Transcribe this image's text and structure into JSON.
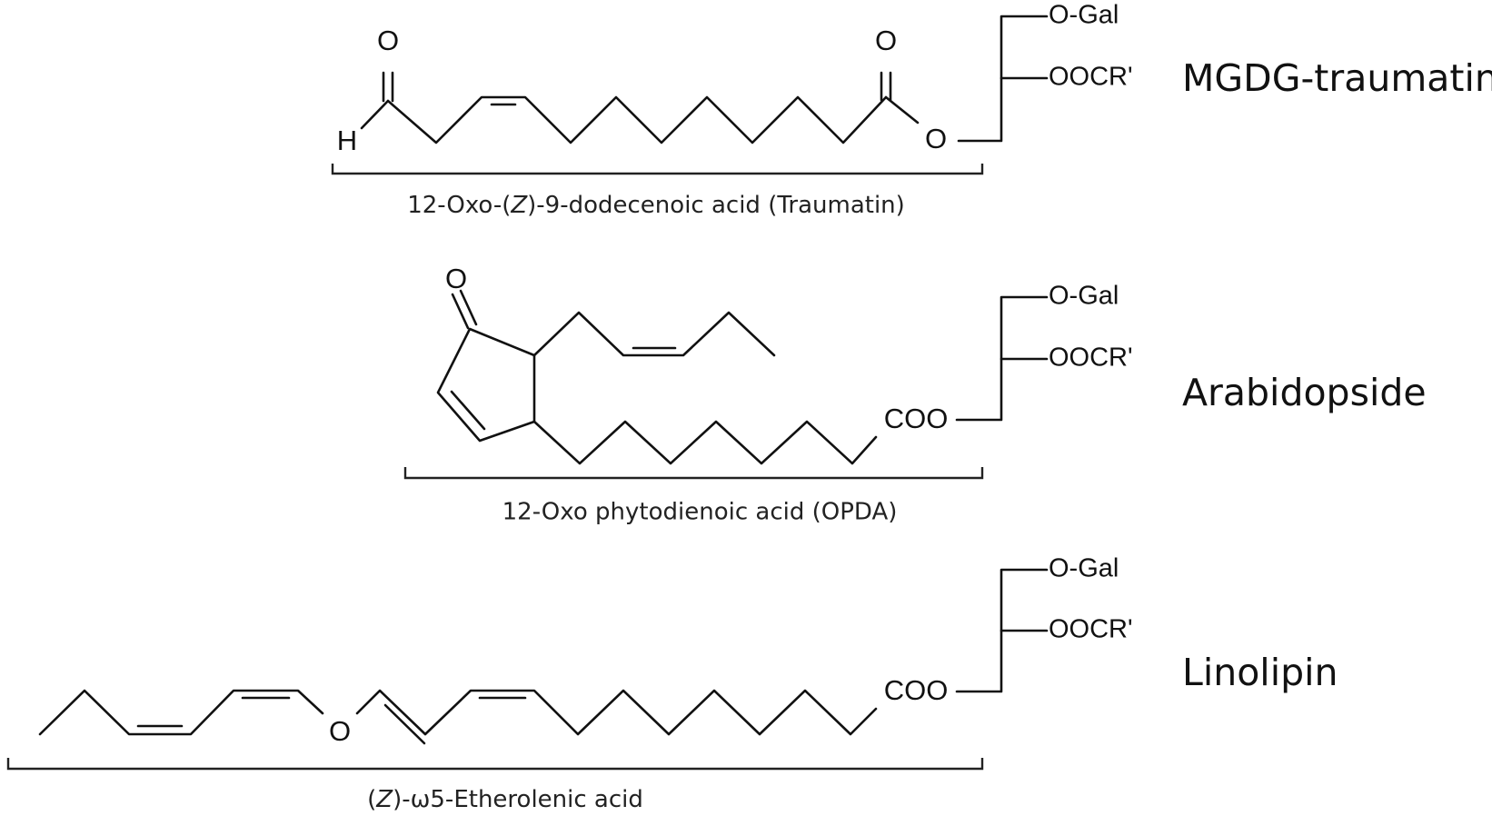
{
  "molecules": [
    {
      "name": "MGDG-traumatin",
      "acid_caption": {
        "pre": "12-Oxo-(",
        "italic": "Z",
        "post": ")-9-dodecenoic acid (Traumatin)"
      },
      "atoms": {
        "aldehyde_o": "O",
        "aldehyde_h": "H",
        "carbonyl_o": "O",
        "ester_o": "O"
      },
      "glycerol": {
        "o_gal": "O-Gal",
        "oocr": "OOCR'"
      }
    },
    {
      "name": "Arabidopside",
      "acid_caption": {
        "text": "12-Oxo phytodienoic acid (OPDA)"
      },
      "atoms": {
        "ketone_o": "O",
        "ester": "COO"
      },
      "glycerol": {
        "o_gal": "O-Gal",
        "oocr": "OOCR'"
      }
    },
    {
      "name": "Linolipin",
      "acid_caption": {
        "pre": "(",
        "italic": "Z",
        "post": ")-ω5-Etherolenic acid"
      },
      "atoms": {
        "ether_o": "O",
        "ester": "COO"
      },
      "glycerol": {
        "o_gal": "O-Gal",
        "oocr": "OOCR'"
      }
    }
  ]
}
